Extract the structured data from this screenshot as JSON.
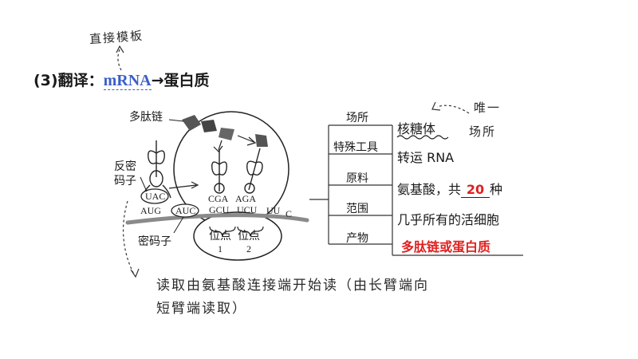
{
  "title": {
    "prefix": "(3)翻译：",
    "mrna": "mRNA",
    "arrow": "→",
    "product": "蛋白质"
  },
  "annotations": {
    "template_note": "直接模板",
    "unique_site_note_line1": "唯一",
    "unique_site_note_line2": "场所",
    "reading_note_line1": "读取由氨基酸连接端开始读（由长臂端向",
    "reading_note_line2": "短臂端读取）"
  },
  "diagram": {
    "polypeptide_label": "多肽链",
    "anticodon_label_line1": "反密",
    "anticodon_label_line2": "码子",
    "codon_label": "密码子",
    "anticodon_uac": "UAC",
    "mrna_aug": "AUG",
    "mrna_auc": "AUC",
    "cga": "CGA",
    "aga": "AGA",
    "gcu": "GCU",
    "ucu": "UCU",
    "uu": "UU",
    "c": "C",
    "site_label": "位点",
    "site_1": "1",
    "site_2": "2"
  },
  "table": {
    "rows": [
      {
        "label": "场所",
        "value": "核糖体"
      },
      {
        "label": "特殊工具",
        "value": "转运 RNA"
      },
      {
        "label": "原料",
        "value_prefix": "氨基酸，共",
        "blank": "20",
        "value_suffix": "种"
      },
      {
        "label": "范围",
        "value": "几乎所有的活细胞"
      },
      {
        "label": "产物",
        "value": "多肽链或蛋白质"
      }
    ]
  },
  "colors": {
    "accent_blue": "#3a5fc8",
    "answer_red": "#e02020",
    "mrna_strand": "#8a8a8a",
    "ribosome_outline": "#222222"
  }
}
